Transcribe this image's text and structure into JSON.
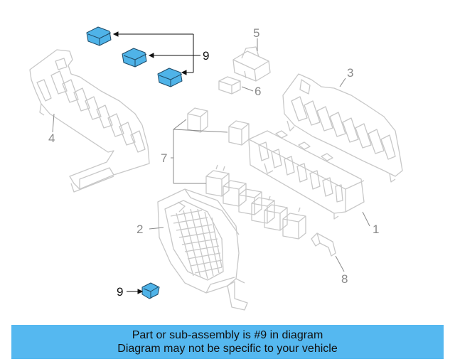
{
  "diagram": {
    "callouts": {
      "c1": "1",
      "c2": "2",
      "c3": "3",
      "c4": "4",
      "c5": "5",
      "c6": "6",
      "c7": "7",
      "c8": "8",
      "c9_top": "9",
      "c9_bottom": "9"
    },
    "colors": {
      "line_art": "#c8c8c8",
      "leader": "#8a8a8a",
      "highlight_part": "#4fb3e8",
      "highlight_leader": "#111111"
    }
  },
  "banner": {
    "line1": "Part or sub-assembly is #9 in diagram",
    "line2": "Diagram may not be specific to your vehicle",
    "color": "#55b8f0"
  }
}
